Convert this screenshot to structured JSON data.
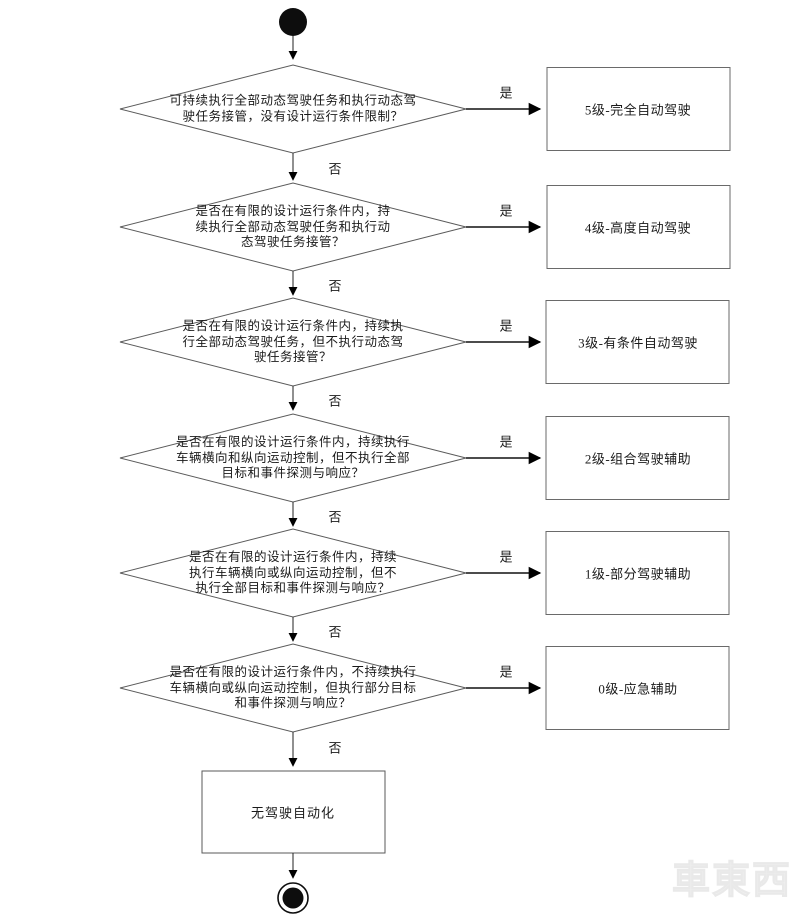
{
  "labels": {
    "yes": "是",
    "no": "否"
  },
  "flow": {
    "decisions": [
      {
        "question": "可持续执行全部动态驾驶任务和执行动态驾\n驶任务接管，没有设计运行条件限制？",
        "result": "5级-完全自动驾驶"
      },
      {
        "question": "是否在有限的设计运行条件内，持\n续执行全部动态驾驶任务和执行动\n态驾驶任务接管？",
        "result": "4级-高度自动驾驶"
      },
      {
        "question": "是否在有限的设计运行条件内，持续执\n行全部动态驾驶任务，但不执行动态驾\n驶任务接管？",
        "result": "3级-有条件自动驾驶"
      },
      {
        "question": "是否在有限的设计运行条件内，持续执行\n车辆横向和纵向运动控制，但不执行全部\n目标和事件探测与响应？",
        "result": "2级-组合驾驶辅助"
      },
      {
        "question": "是否在有限的设计运行条件内，持续\n执行车辆横向或纵向运动控制，但不\n执行全部目标和事件探测与响应？",
        "result": "1级-部分驾驶辅助"
      },
      {
        "question": "是否在有限的设计运行条件内，不持续执行\n车辆横向或纵向运动控制，但执行部分目标\n和事件探测与响应？",
        "result": "0级-应急辅助"
      }
    ],
    "terminal": "无驾驶自动化"
  },
  "watermark": "車東西"
}
